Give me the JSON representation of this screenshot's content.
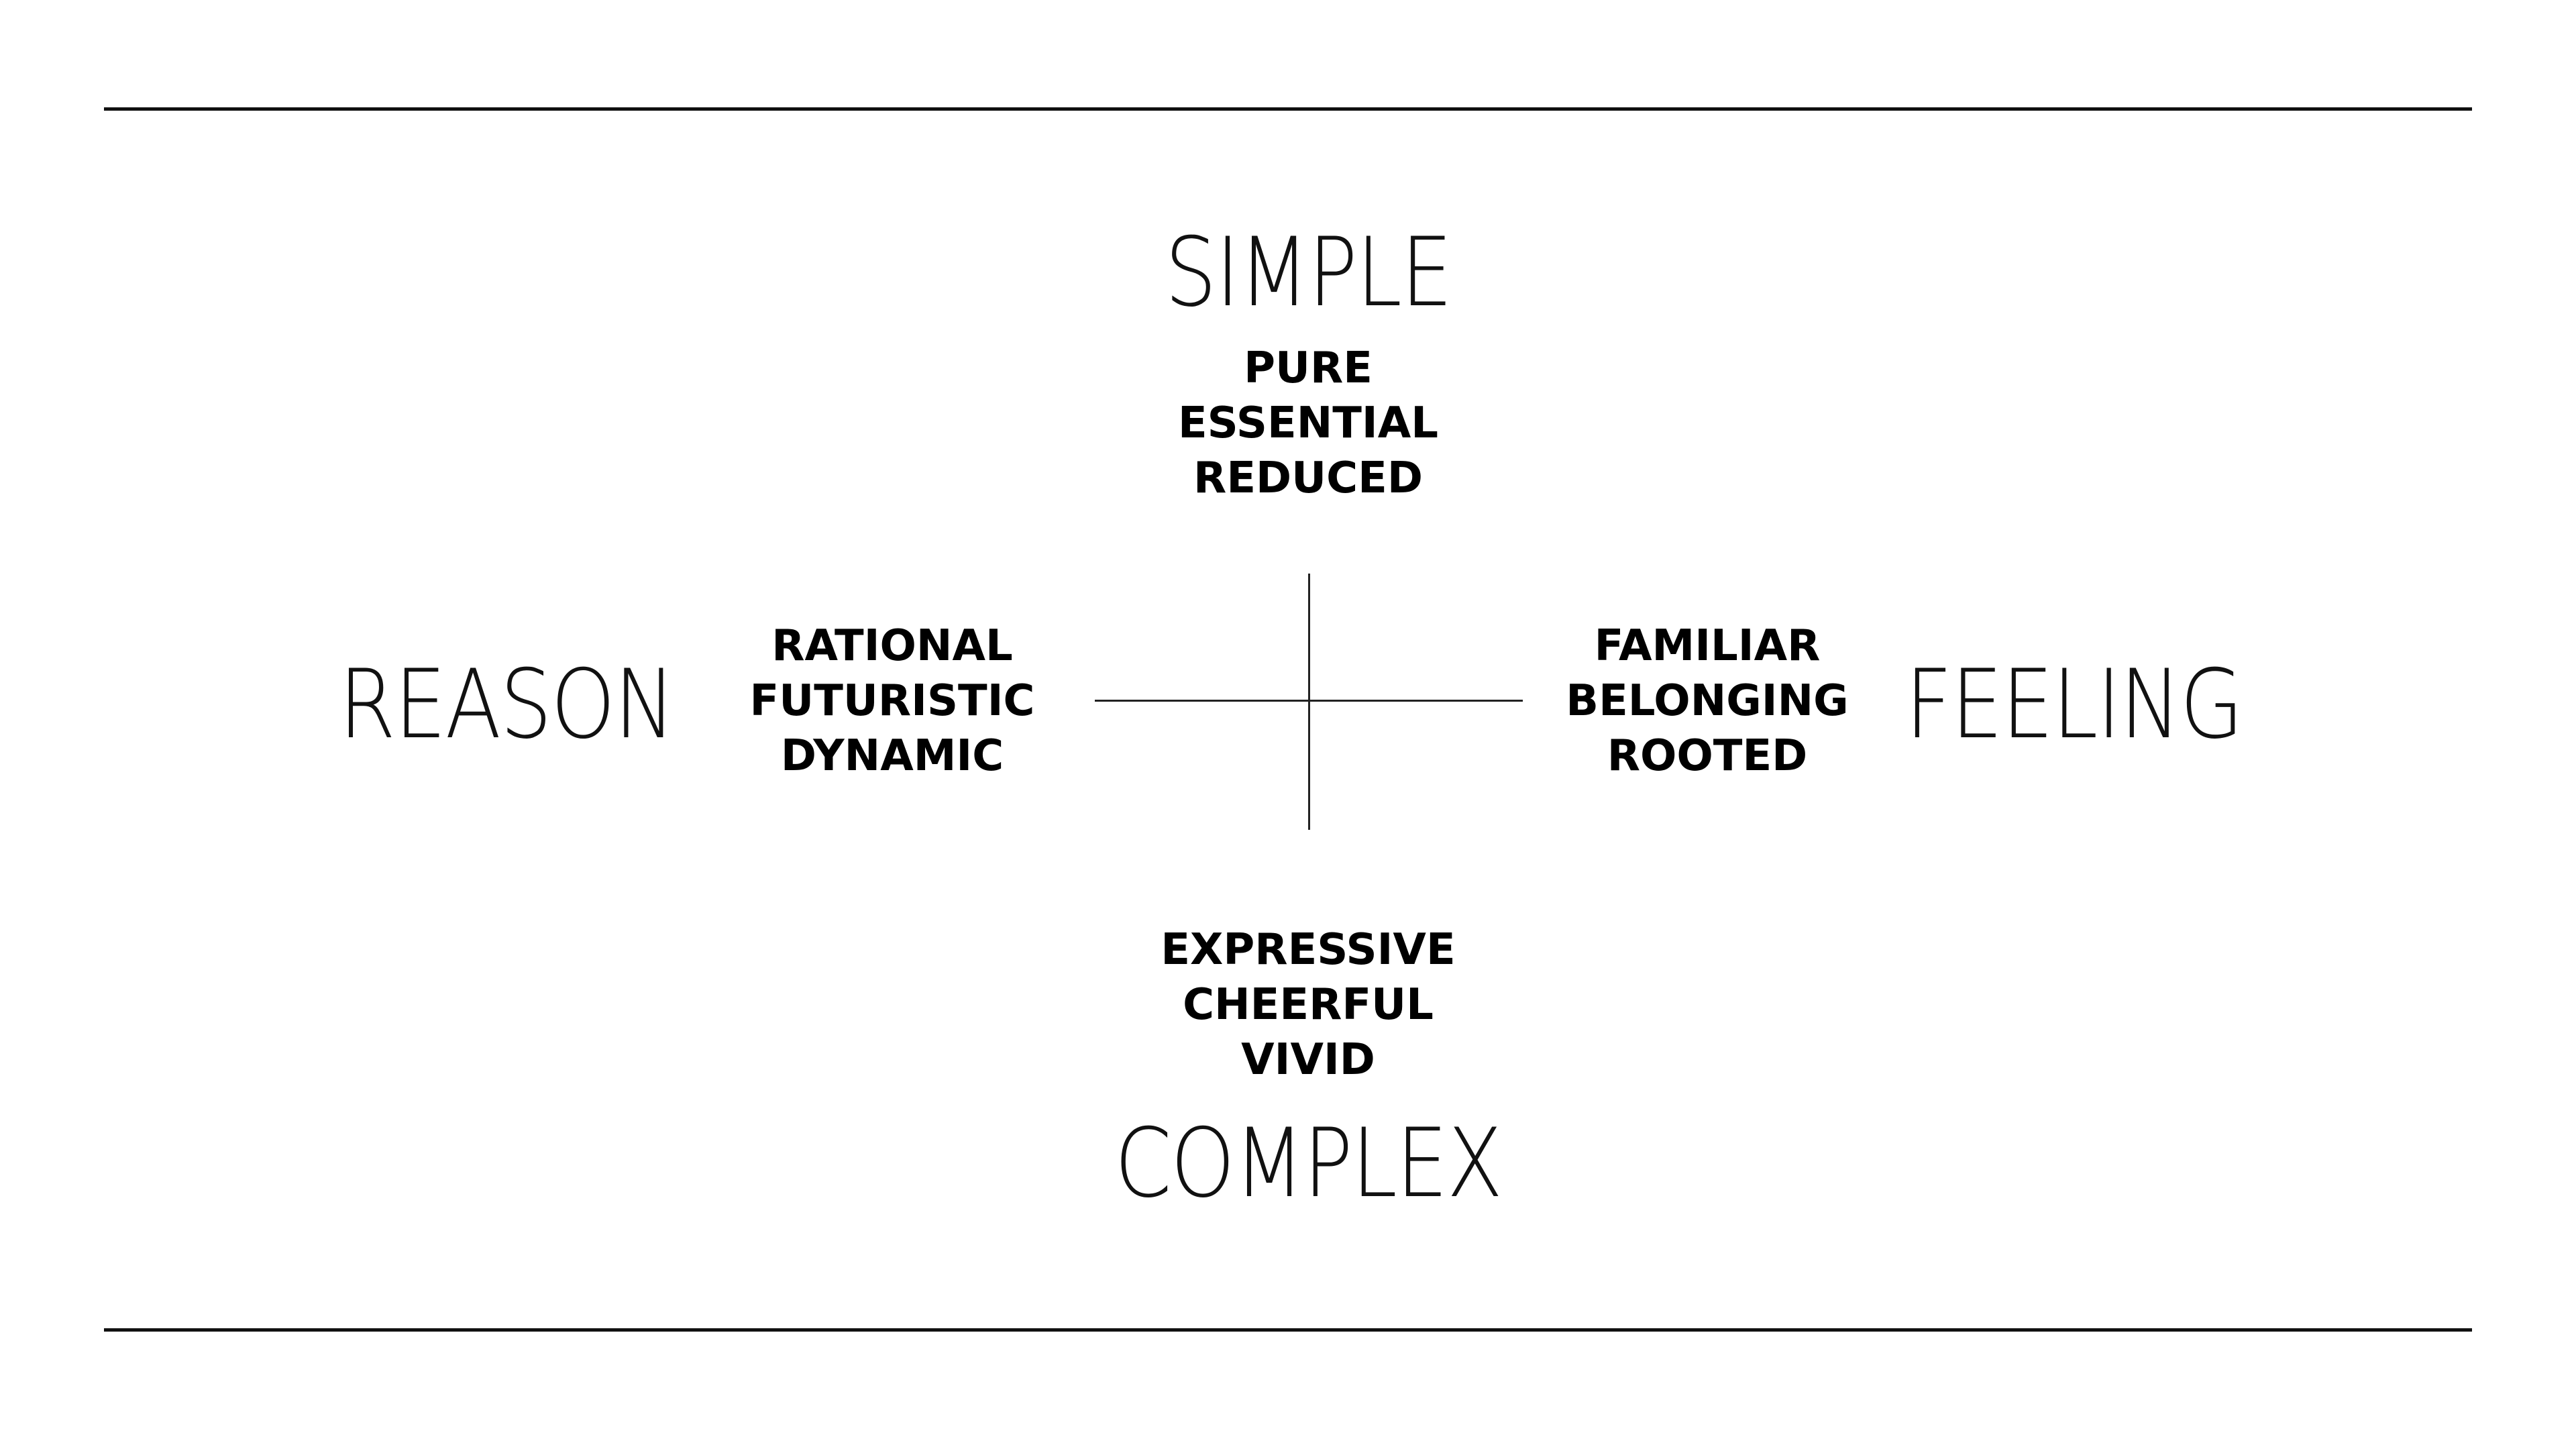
{
  "poles": {
    "top": "SIMPLE",
    "bottom": "COMPLEX",
    "left": "REASON",
    "right": "FEELING"
  },
  "attributes": {
    "simple": [
      "PURE",
      "ESSENTIAL",
      "REDUCED"
    ],
    "reason": [
      "RATIONAL",
      "FUTURISTIC",
      "DYNAMIC"
    ],
    "feeling": [
      "FAMILIAR",
      "BELONGING",
      "ROOTED"
    ],
    "complex": [
      "EXPRESSIVE",
      "CHEERFUL",
      "VIVID"
    ]
  }
}
